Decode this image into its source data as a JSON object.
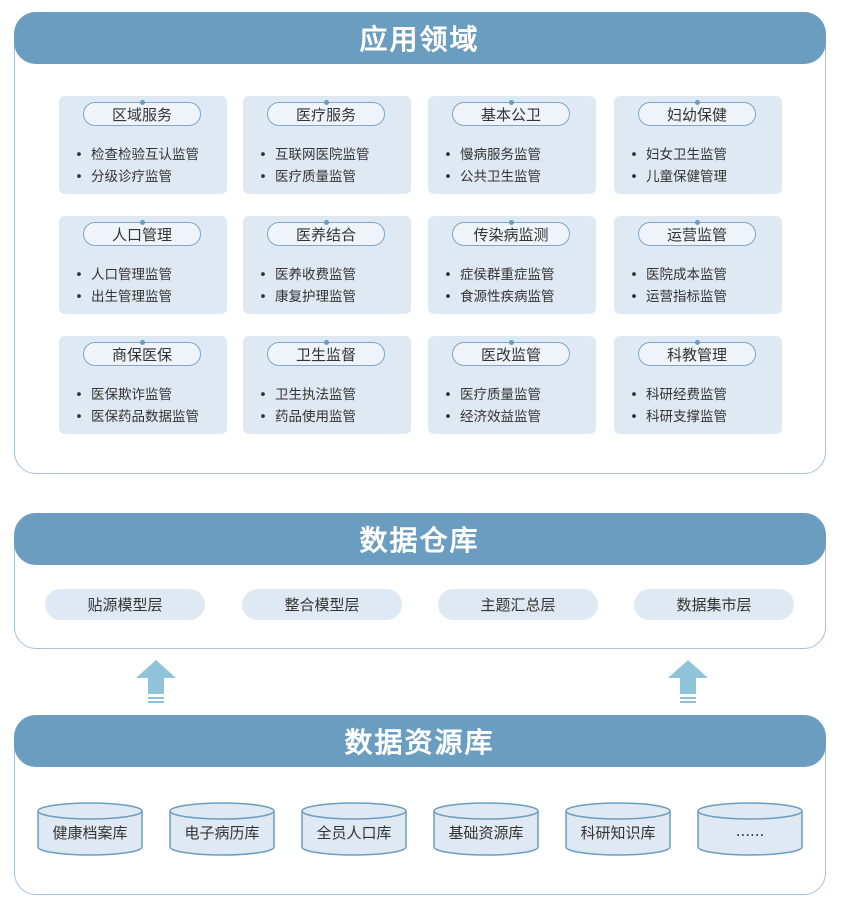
{
  "application": {
    "title": "应用领域",
    "cards": [
      {
        "title": "区域服务",
        "items": [
          "检查检验互认监管",
          "分级诊疗监管"
        ]
      },
      {
        "title": "医疗服务",
        "items": [
          "互联网医院监管",
          "医疗质量监管"
        ]
      },
      {
        "title": "基本公卫",
        "items": [
          "慢病服务监管",
          "公共卫生监管"
        ]
      },
      {
        "title": "妇幼保健",
        "items": [
          "妇女卫生监管",
          "儿童保健管理"
        ]
      },
      {
        "title": "人口管理",
        "items": [
          "人口管理监管",
          "出生管理监管"
        ]
      },
      {
        "title": "医养结合",
        "items": [
          "医养收费监管",
          "康复护理监管"
        ]
      },
      {
        "title": "传染病监测",
        "items": [
          "症侯群重症监管",
          "食源性疾病监管"
        ]
      },
      {
        "title": "运营监管",
        "items": [
          "医院成本监管",
          "运营指标监管"
        ]
      },
      {
        "title": "商保医保",
        "items": [
          "医保欺诈监管",
          "医保药品数据监管"
        ]
      },
      {
        "title": "卫生监督",
        "items": [
          "卫生执法监管",
          "药品使用监管"
        ]
      },
      {
        "title": "医改监管",
        "items": [
          "医疗质量监管",
          "经济效益监管"
        ]
      },
      {
        "title": "科教管理",
        "items": [
          "科研经费监管",
          "科研支撑监管"
        ]
      }
    ]
  },
  "warehouse": {
    "title": "数据仓库",
    "layers": [
      "贴源模型层",
      "整合模型层",
      "主题汇总层",
      "数据集市层"
    ]
  },
  "resources": {
    "title": "数据资源库",
    "databases": [
      "健康档案库",
      "电子病历库",
      "全员人口库",
      "基础资源库",
      "科研知识库",
      "......"
    ]
  },
  "colors": {
    "header": "#6b9dc1",
    "card": "#dfe9f3",
    "border": "#a9c3da",
    "arrow": "#8fc3d9"
  }
}
